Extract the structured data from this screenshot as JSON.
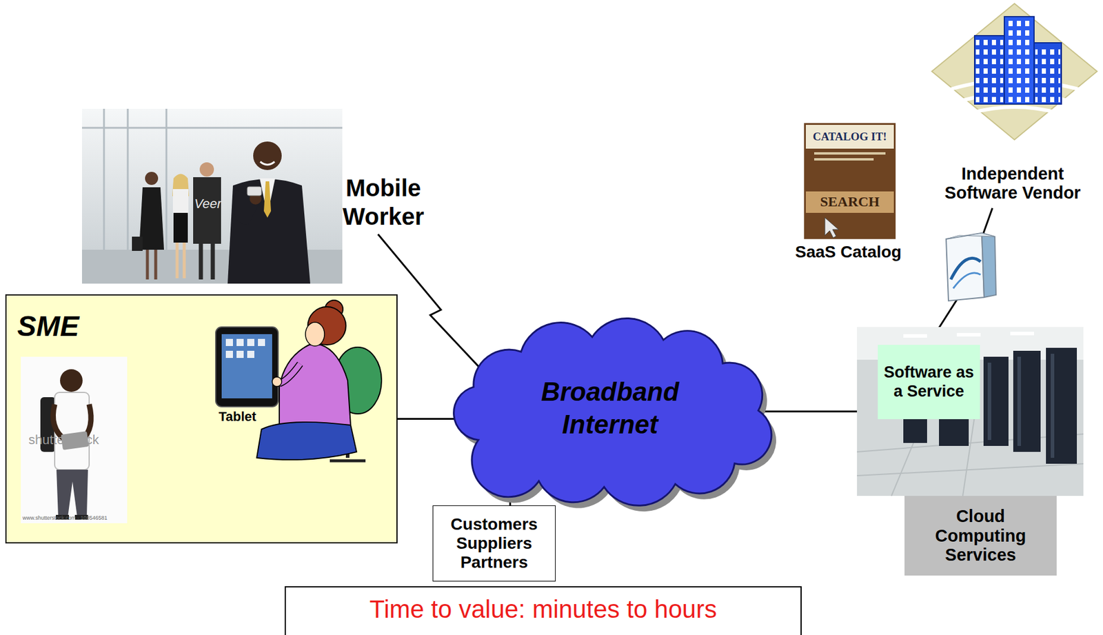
{
  "diagram": {
    "nodes": [
      {
        "text": [
          "Mobile Worker"
        ]
      },
      {
        "text": [
          "SME"
        ]
      },
      {
        "text": [
          "Broadband Internet"
        ]
      },
      {
        "text": [
          "Customers Suppliers Partners"
        ]
      },
      {
        "text": [
          "Independent Software Vendor"
        ]
      },
      {
        "text": [
          "Cloud Computing Services"
        ]
      },
      {
        "text": [
          "Software as a Service"
        ],
        "in": 5
      },
      {
        "text": [
          "Time to value: minutes to hours"
        ]
      }
    ],
    "edges": [
      {
        "from": 1,
        "to": 2,
        "arrow": "none"
      },
      {
        "from": 0,
        "to": 2,
        "arrow": "none"
      },
      {
        "from": 3,
        "to": 2,
        "arrow": "none"
      },
      {
        "from": 2,
        "to": 5,
        "arrow": "none"
      },
      {
        "from": 4,
        "to": 6,
        "arrow": "to"
      }
    ],
    "labels": [
      "Veer",
      "shutterstock",
      "Tablet",
      "CATALOG IT!",
      "SEARCH",
      "SaaS Catalog",
      "www.shutterstock.com · 108546581"
    ]
  }
}
